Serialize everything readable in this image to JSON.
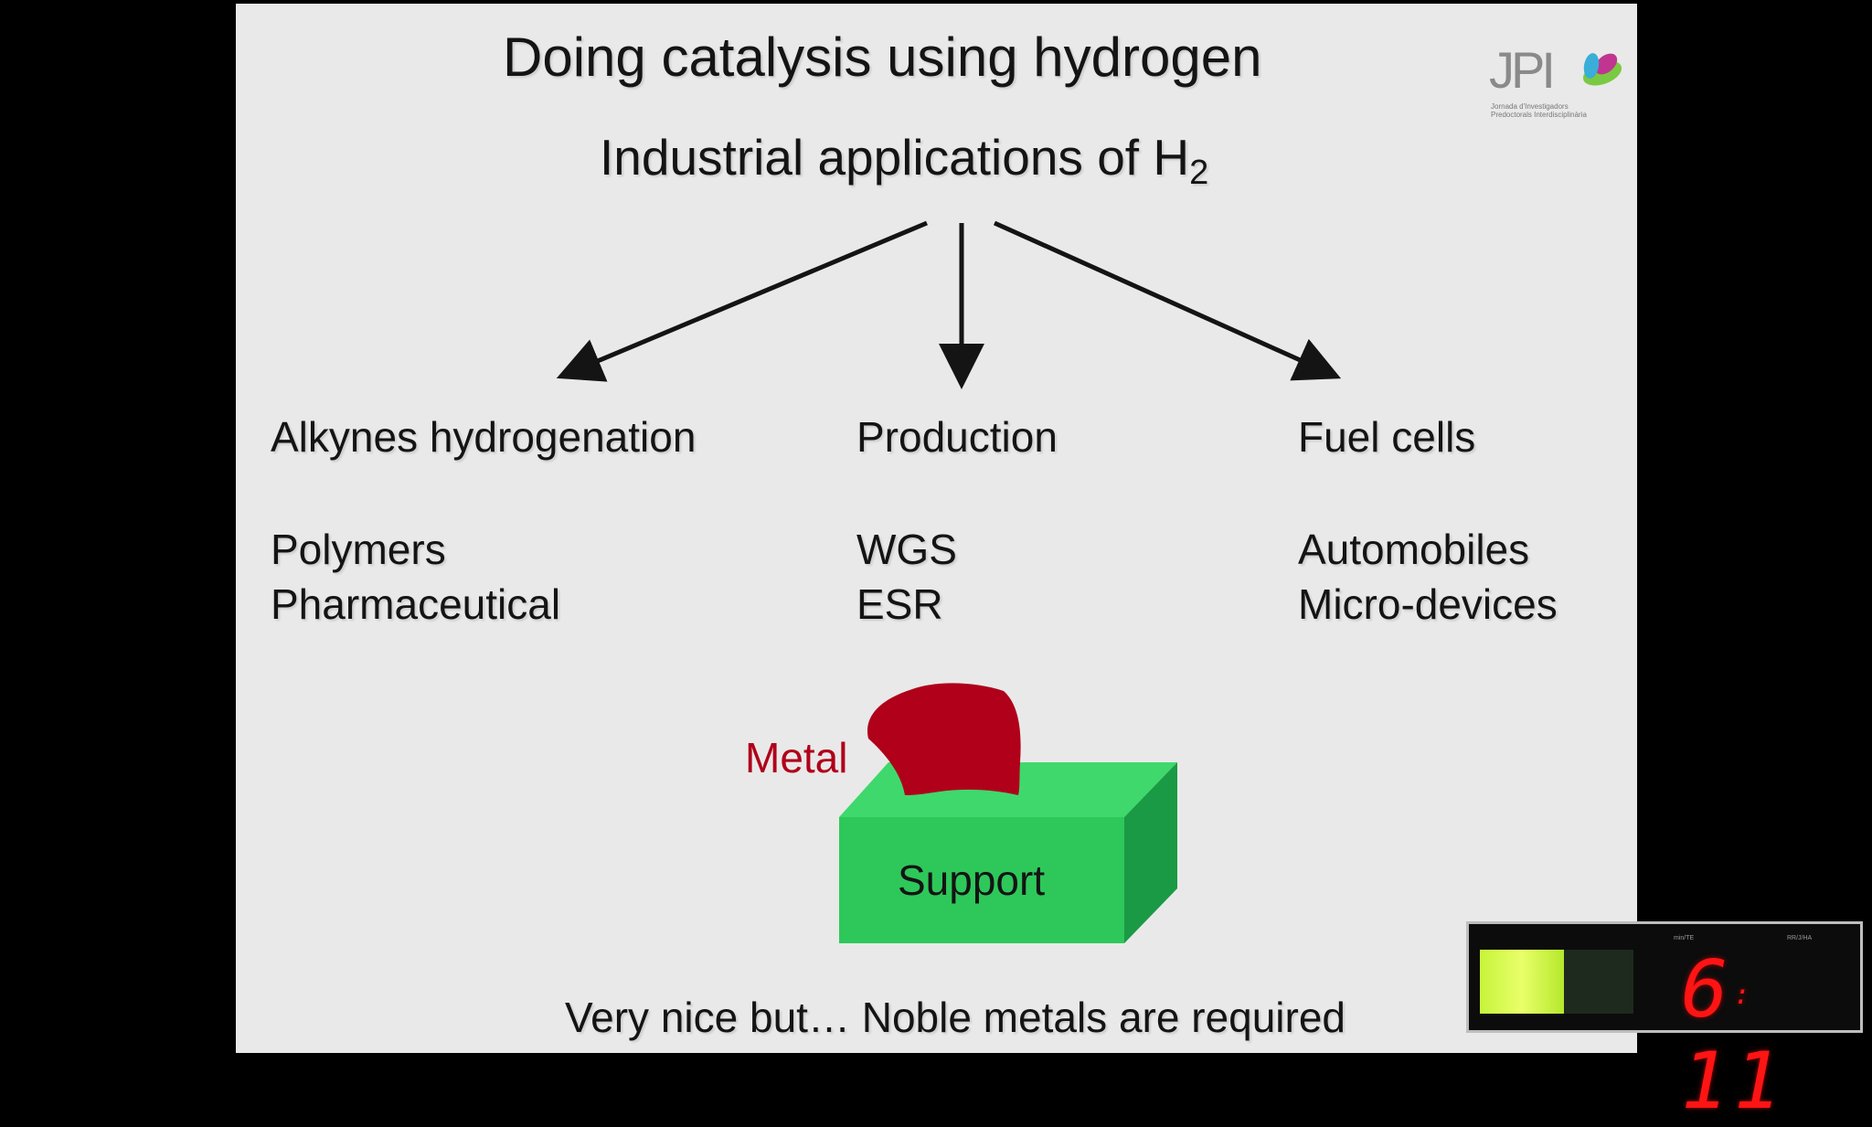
{
  "slide": {
    "title": "Doing catalysis using hydrogen",
    "subtitle": "Industrial applications of H",
    "subtitle_sub": "2",
    "columns": [
      {
        "heading": "Alkynes hydrogenation",
        "items": [
          "Polymers",
          "Pharmaceutical"
        ]
      },
      {
        "heading": "Production",
        "items": [
          "WGS",
          "ESR"
        ]
      },
      {
        "heading": "Fuel cells",
        "items": [
          "Automobiles",
          "Micro-devices"
        ]
      }
    ],
    "metal_label": "Metal",
    "support_label": "Support",
    "footer": "Very nice but…  Noble metals are required",
    "colors": {
      "metal": "#b0001a",
      "support": "#2ec85a",
      "background": "#e9e9e9"
    }
  },
  "logo": {
    "text": "JPI",
    "caption_line1": "Jornada d'Investigadors",
    "caption_line2": "Predoctorals Interdisciplinària"
  },
  "timer": {
    "label_left": "min/TE",
    "label_right": "RR/J/HA",
    "minutes": "6",
    "seconds": "11",
    "progress": 0.55,
    "digit_color": "#ff1414"
  }
}
